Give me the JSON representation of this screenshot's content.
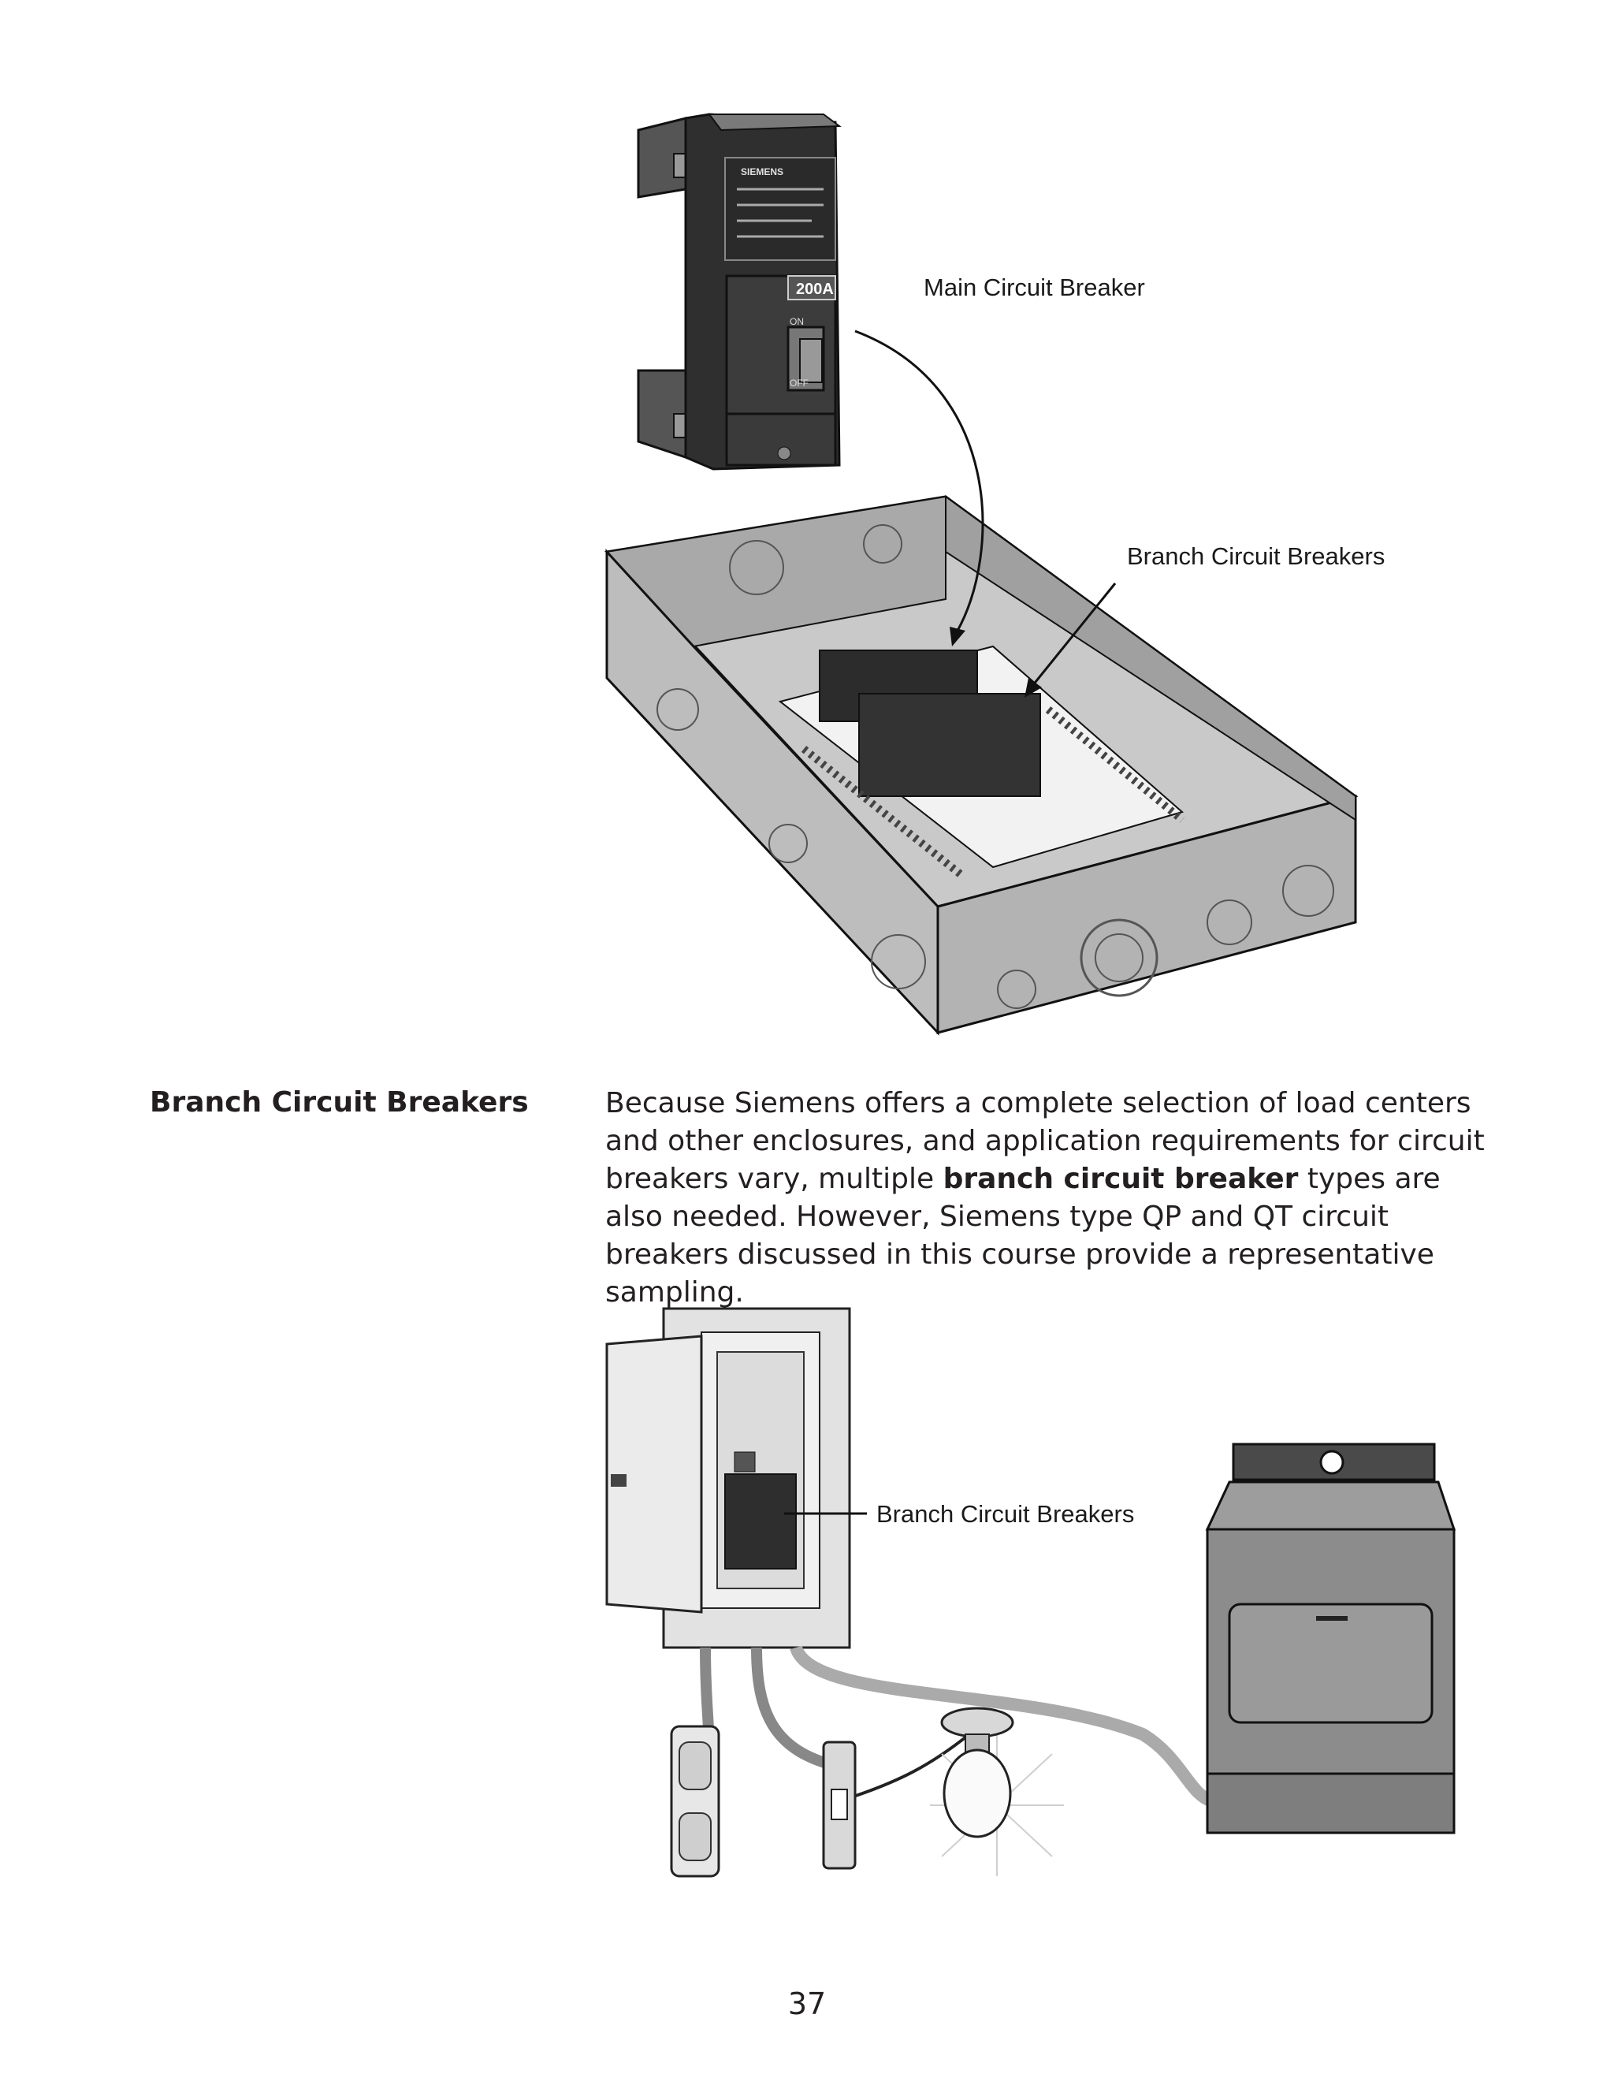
{
  "figure1": {
    "breaker_rating": "200A",
    "breaker_brand": "SIEMENS",
    "switch_on": "ON",
    "switch_off": "OFF",
    "callout_main": "Main Circuit Breaker",
    "callout_branch": "Branch Circuit Breakers"
  },
  "section": {
    "heading": "Branch Circuit Breakers",
    "para_part1": "Because Siemens offers a complete selection of load centers and other enclosures, and application requirements for circuit breakers vary, multiple ",
    "para_bold": "branch circuit breaker",
    "para_part2": " types are also needed. However, Siemens type QP and QT circuit breakers discussed in this course provide a representative sampling."
  },
  "figure2": {
    "callout_branch": "Branch Circuit Breakers"
  },
  "page_number": "37"
}
